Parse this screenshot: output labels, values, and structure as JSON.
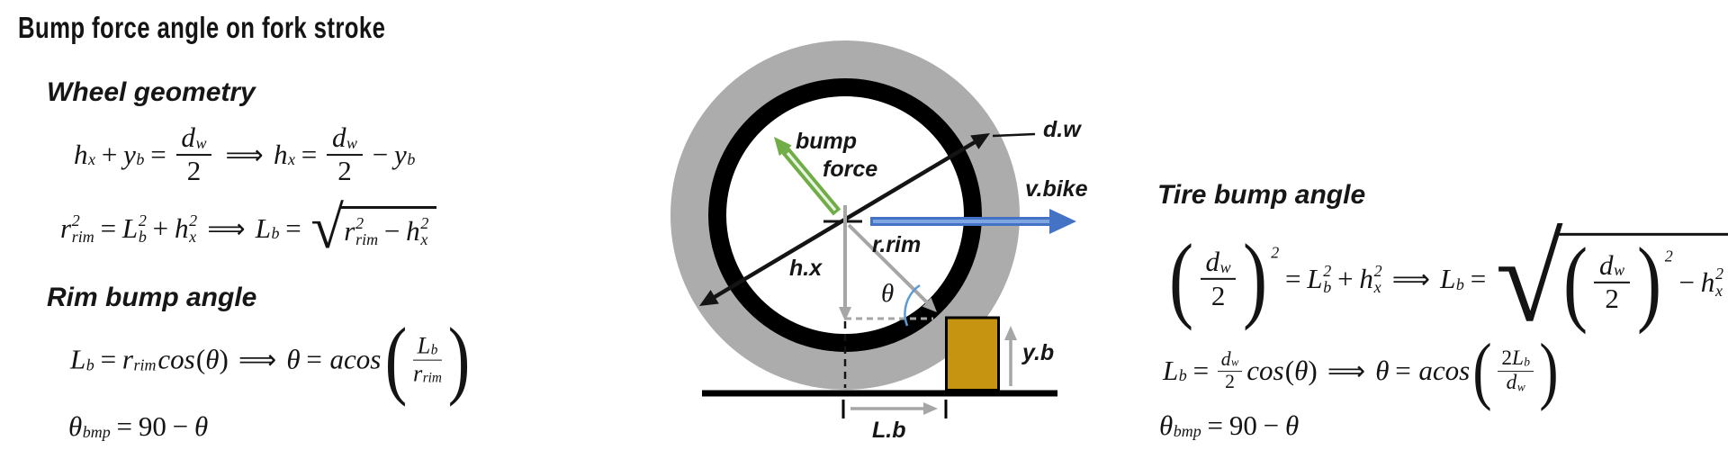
{
  "title": "Bump force angle on fork stroke",
  "left": {
    "heading_geometry": "Wheel geometry",
    "heading_rim": "Rim bump angle",
    "eq_height": [
      {
        "v": "h",
        "sub": "x"
      },
      {
        "o": "+"
      },
      {
        "v": "y",
        "sub": "b"
      },
      {
        "o": "="
      },
      {
        "frac": {
          "num": [
            {
              "v": "d",
              "sub": "w"
            }
          ],
          "den": [
            {
              "n": "2"
            }
          ]
        }
      },
      {
        "imp": true
      },
      {
        "v": "h",
        "sub": "x"
      },
      {
        "o": "="
      },
      {
        "frac": {
          "num": [
            {
              "v": "d",
              "sub": "w"
            }
          ],
          "den": [
            {
              "n": "2"
            }
          ]
        }
      },
      {
        "o": "−"
      },
      {
        "v": "y",
        "sub": "b"
      }
    ],
    "eq_chord": [
      {
        "v": "r",
        "sup": "2",
        "sub": "rim"
      },
      {
        "o": "="
      },
      {
        "v": "L",
        "sup": "2",
        "sub": "b"
      },
      {
        "o": "+"
      },
      {
        "v": "h",
        "sup": "2",
        "sub": "x"
      },
      {
        "imp": true
      },
      {
        "v": "L",
        "sub": "b"
      },
      {
        "o": "="
      },
      {
        "sqrt": [
          {
            "v": "r",
            "sup": "2",
            "sub": "rim"
          },
          {
            "o": "−"
          },
          {
            "v": "h",
            "sup": "2",
            "sub": "x"
          }
        ],
        "rs": 2.15
      }
    ],
    "eq_rim_angle": [
      {
        "v": "L",
        "sub": "b"
      },
      {
        "o": "="
      },
      {
        "v": "r",
        "sub": "rim"
      },
      {
        "fn": "cos"
      },
      {
        "n": "("
      },
      {
        "v": "θ"
      },
      {
        "n": ")"
      },
      {
        "imp": true
      },
      {
        "v": "θ"
      },
      {
        "o": "="
      },
      {
        "fn": "acos"
      },
      {
        "paren": [
          {
            "frac": {
              "num": [
                {
                  "v": "L",
                  "sub": "b"
                }
              ],
              "den": [
                {
                  "v": "r",
                  "sub": "rim"
                }
              ]
            },
            "s": 0.85
          }
        ],
        "ps": 2.9
      }
    ],
    "eq_rim_bump": [
      {
        "v": "θ",
        "sub": "bmp"
      },
      {
        "o": "="
      },
      {
        "n": "90"
      },
      {
        "o": "−"
      },
      {
        "v": "θ"
      }
    ]
  },
  "right": {
    "heading_tire": "Tire bump angle",
    "eq_pythagoras": [
      {
        "paren": [
          {
            "frac": {
              "num": [
                {
                  "v": "d",
                  "sub": "w"
                }
              ],
              "den": [
                {
                  "n": "2"
                }
              ]
            }
          }
        ],
        "sup": "2",
        "ps": 3.2
      },
      {
        "o": "="
      },
      {
        "v": "L",
        "sup": "2",
        "sub": "b"
      },
      {
        "o": "+"
      },
      {
        "v": "h",
        "sup": "2",
        "sub": "x"
      },
      {
        "imp": true
      },
      {
        "v": "L",
        "sub": "b"
      },
      {
        "o": "="
      },
      {
        "sqrt": [
          {
            "paren": [
              {
                "frac": {
                  "num": [
                    {
                      "v": "d",
                      "sub": "w"
                    }
                  ],
                  "den": [
                    {
                      "n": "2"
                    }
                  ]
                }
              }
            ],
            "sup": "2",
            "ps": 3.2
          },
          {
            "o": "−"
          },
          {
            "v": "h",
            "sup": "2",
            "sub": "x"
          }
        ],
        "rs": 4.4
      }
    ],
    "eq_tire_angle": [
      {
        "v": "L",
        "sub": "b"
      },
      {
        "o": "="
      },
      {
        "frac": {
          "num": [
            {
              "v": "d",
              "sub": "w"
            }
          ],
          "den": [
            {
              "n": "2"
            }
          ]
        },
        "s": 0.7
      },
      {
        "fn": "cos"
      },
      {
        "n": "("
      },
      {
        "v": "θ"
      },
      {
        "n": ")"
      },
      {
        "imp": true
      },
      {
        "v": "θ"
      },
      {
        "o": "="
      },
      {
        "fn": "acos"
      },
      {
        "paren": [
          {
            "frac": {
              "num": [
                {
                  "n": "2"
                },
                {
                  "v": "L",
                  "sub": "b"
                }
              ],
              "den": [
                {
                  "v": "d",
                  "sub": "w"
                }
              ]
            },
            "s": 0.75
          }
        ],
        "ps": 2.5
      }
    ],
    "eq_tire_bump": [
      {
        "v": "θ",
        "sub": "bmp"
      },
      {
        "o": "="
      },
      {
        "n": "90"
      },
      {
        "o": "−"
      },
      {
        "v": "θ"
      }
    ]
  },
  "diagram": {
    "labels": {
      "bump_line1": "bump",
      "bump_line2": "force",
      "wheel_diameter": "d.w",
      "bike_velocity": "v.bike",
      "rim_radius": "r.rim",
      "axle_height": "h.x",
      "theta": "θ",
      "bump_height": "y.b",
      "bump_distance": "L.b"
    },
    "colors": {
      "tire": "#ACACAC",
      "rim": "#000000",
      "force_arrow": "#70AD47",
      "force_arrow_inner": "#E9F3E3",
      "velocity_arrow": "#4472C4",
      "velocity_arrow_inner": "#7EA6E0",
      "dimension": "#A6A6A6",
      "bump_block": "#C69410",
      "angle_arc": "#5B9BD5",
      "ground": "#000000"
    }
  }
}
